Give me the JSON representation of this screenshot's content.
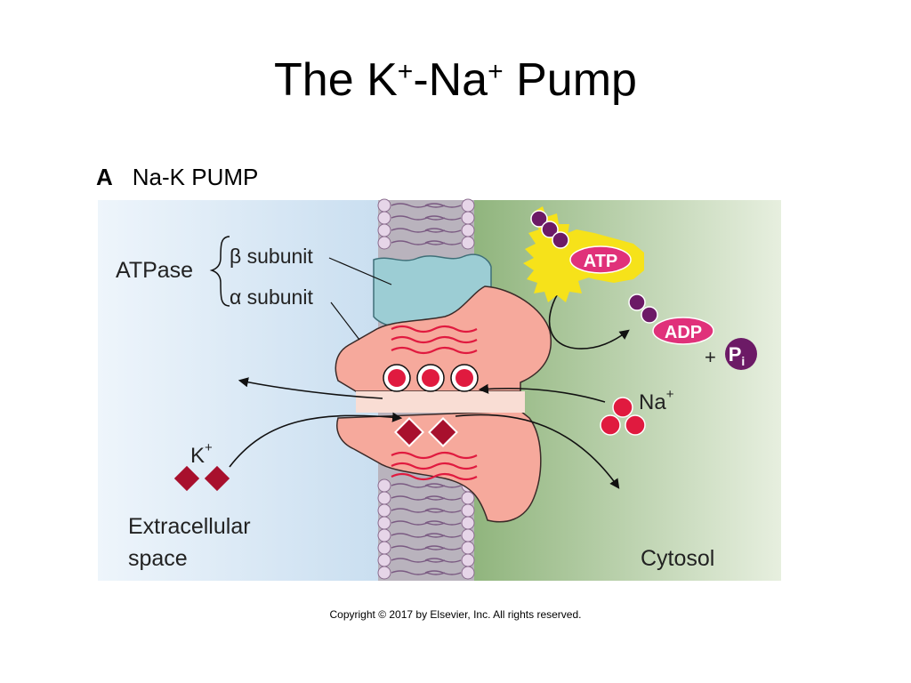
{
  "slide": {
    "title_main": "The K",
    "title_sup1": "+",
    "title_mid": "-Na",
    "title_sup2": "+",
    "title_end": " Pump"
  },
  "figure": {
    "panel_letter": "A",
    "panel_title": "Na-K PUMP",
    "atpase": "ATPase",
    "beta_subunit": "β subunit",
    "alpha_subunit": "α subunit",
    "atp": "ATP",
    "adp": "ADP",
    "plus": "+",
    "pi_main": "P",
    "pi_sub": "i",
    "na_label": "Na",
    "na_sup": "+",
    "k_label": "K",
    "k_sup": "+",
    "extracellular_line1": "Extracellular",
    "extracellular_line2": "space",
    "cytosol": "Cytosol"
  },
  "colors": {
    "extracellular_bg": "#d6e6f3",
    "cytosol_bg": "#a9c79a",
    "protein_alpha": "#f4a79a",
    "protein_beta": "#8fc6cf",
    "sodium": "#e01a3f",
    "potassium": "#a8102d",
    "atp_badge": "#e0317a",
    "phosphate": "#6c1a66"
  },
  "copyright": "Copyright © 2017 by Elsevier, Inc. All rights reserved."
}
